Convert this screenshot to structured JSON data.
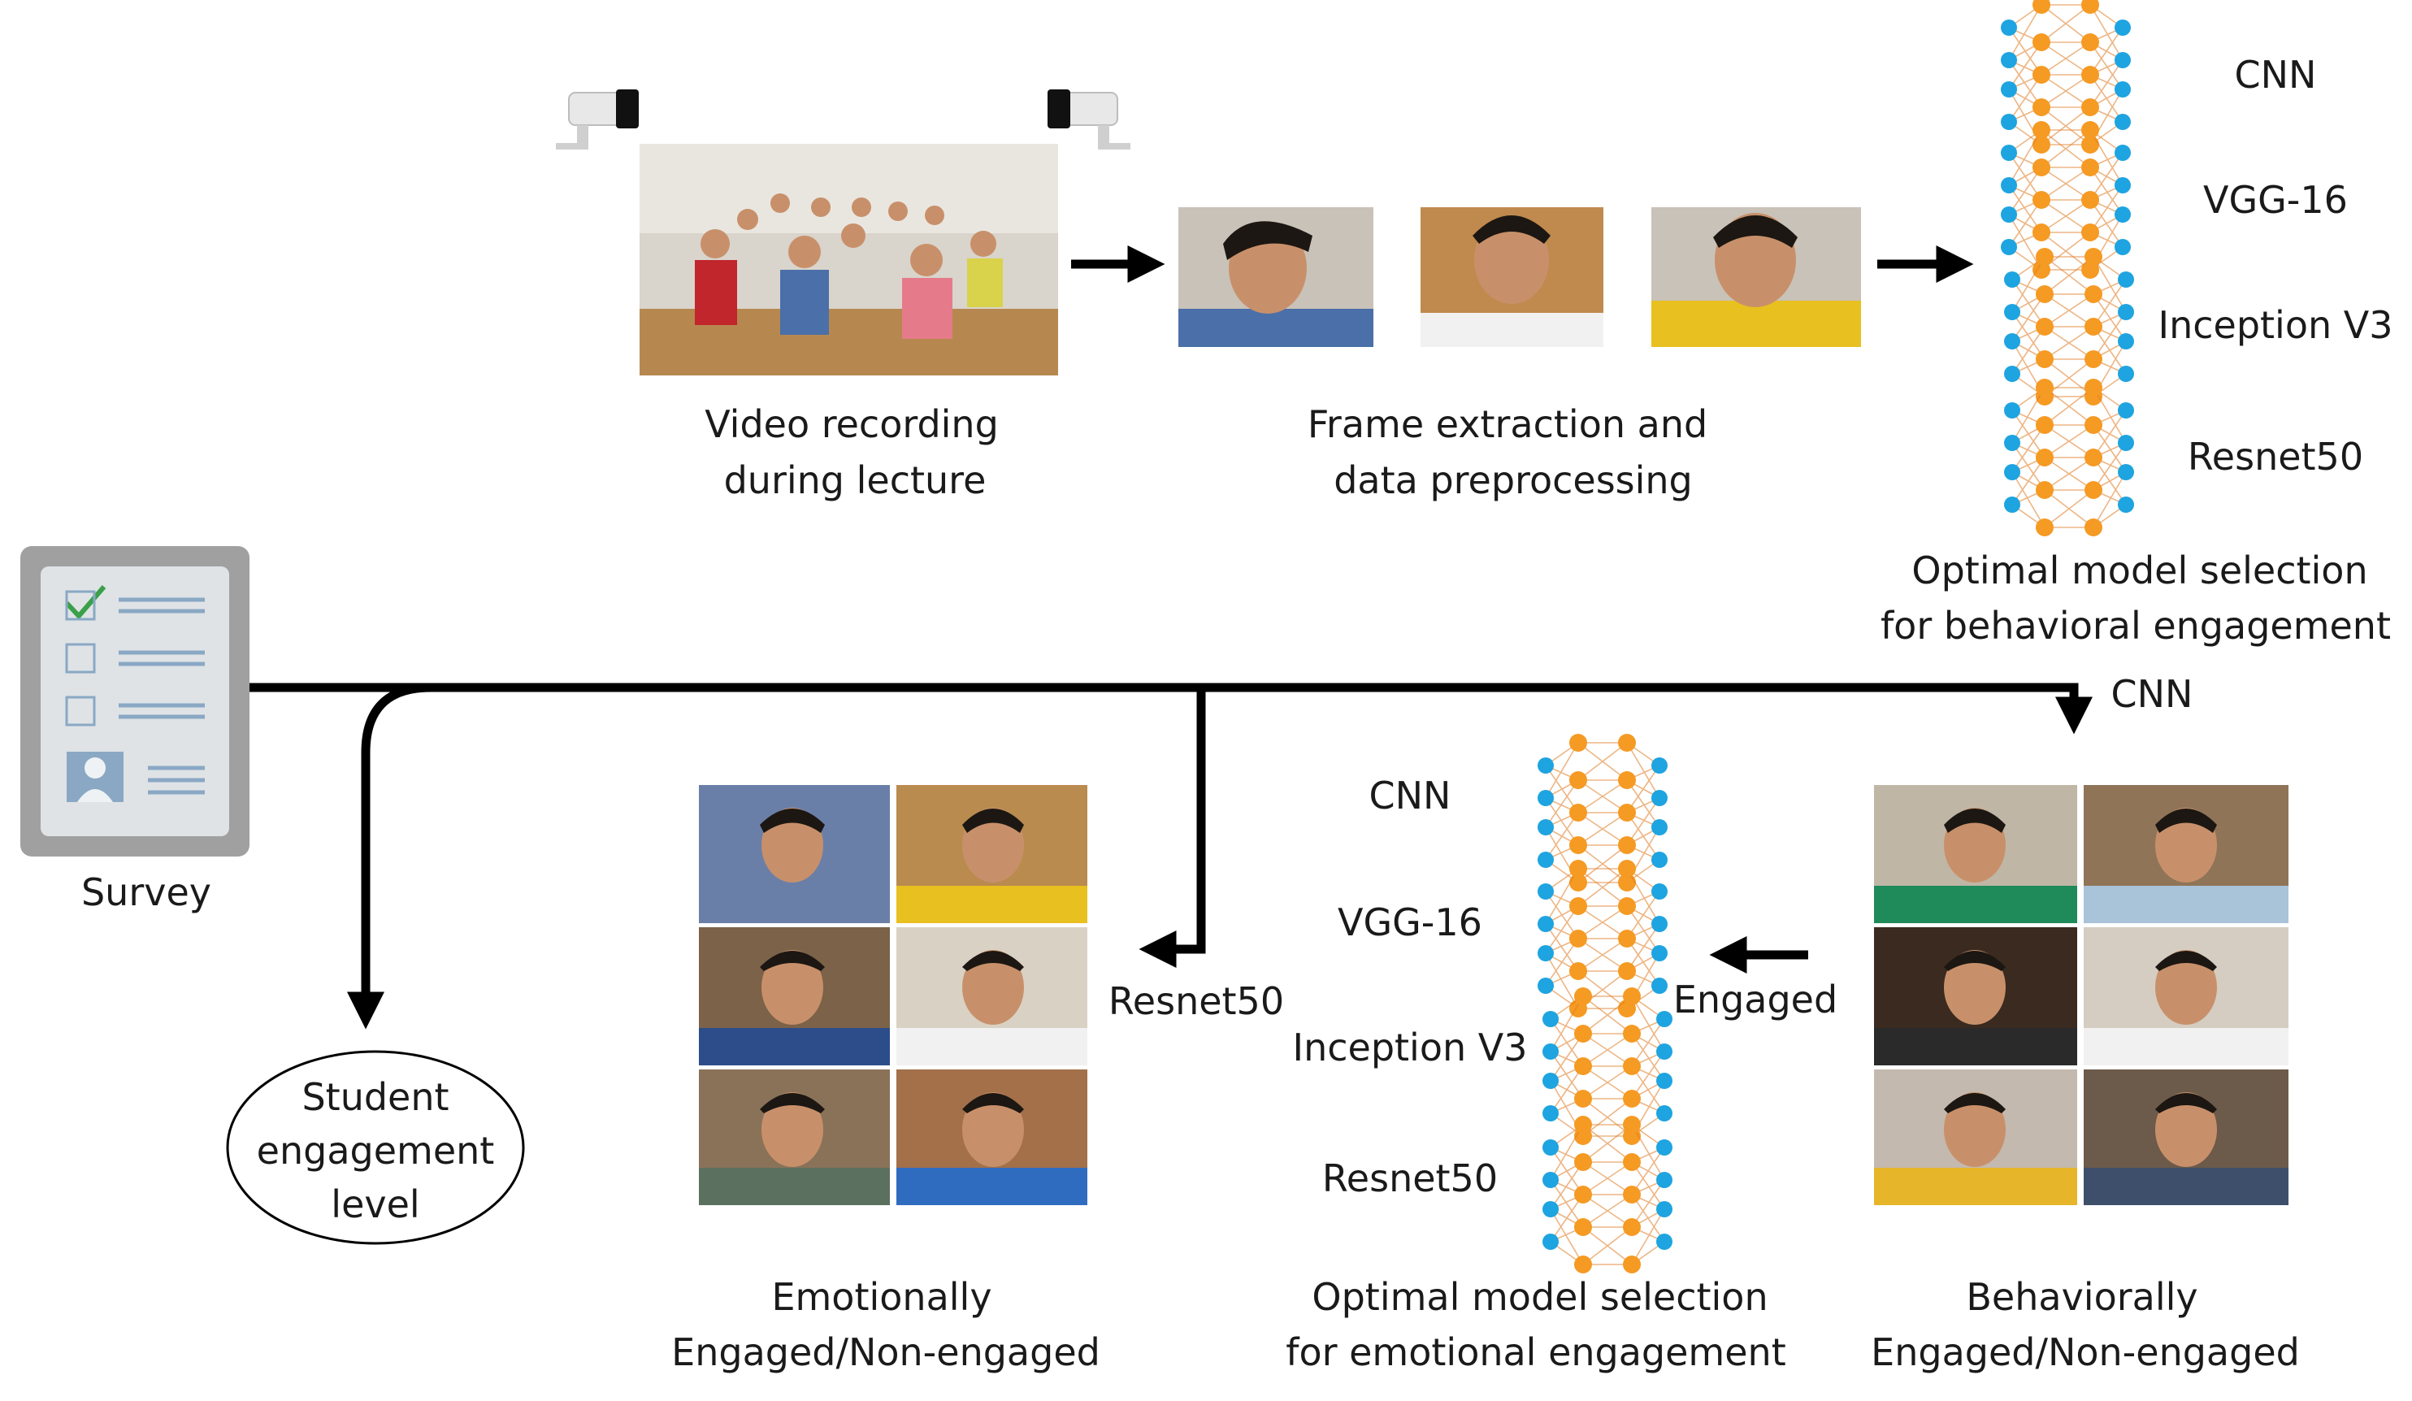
{
  "pipeline": {
    "video_caption": [
      "Video recording",
      "during lecture"
    ],
    "frames_caption": [
      "Frame extraction and",
      "data preprocessing"
    ],
    "survey_caption": "Survey",
    "outcome_label": [
      "Student",
      "engagement",
      "level"
    ]
  },
  "behavioral_models": {
    "items": [
      "CNN",
      "VGG-16",
      "Inception V3",
      "Resnet50"
    ],
    "caption": [
      "Optimal model selection",
      "for behavioral engagement"
    ],
    "selected": "CNN"
  },
  "emotional_models": {
    "items": [
      "CNN",
      "VGG-16",
      "Inception V3",
      "Resnet50"
    ],
    "caption": [
      "Optimal model selection",
      "for emotional engagement"
    ],
    "selected": "Resnet50"
  },
  "edges": {
    "engaged_label": "Engaged"
  },
  "outputs": {
    "behavioral_caption": [
      "Behaviorally",
      "Engaged/Non-engaged"
    ],
    "emotional_caption": [
      "Emotionally",
      "Engaged/Non-engaged"
    ]
  },
  "colors": {
    "neuron_orange": "#f59a23",
    "neuron_blue": "#1ea4e0",
    "edge": "#000000",
    "survey_frame": "#a0a0a0",
    "check_green": "#3aa04a"
  }
}
